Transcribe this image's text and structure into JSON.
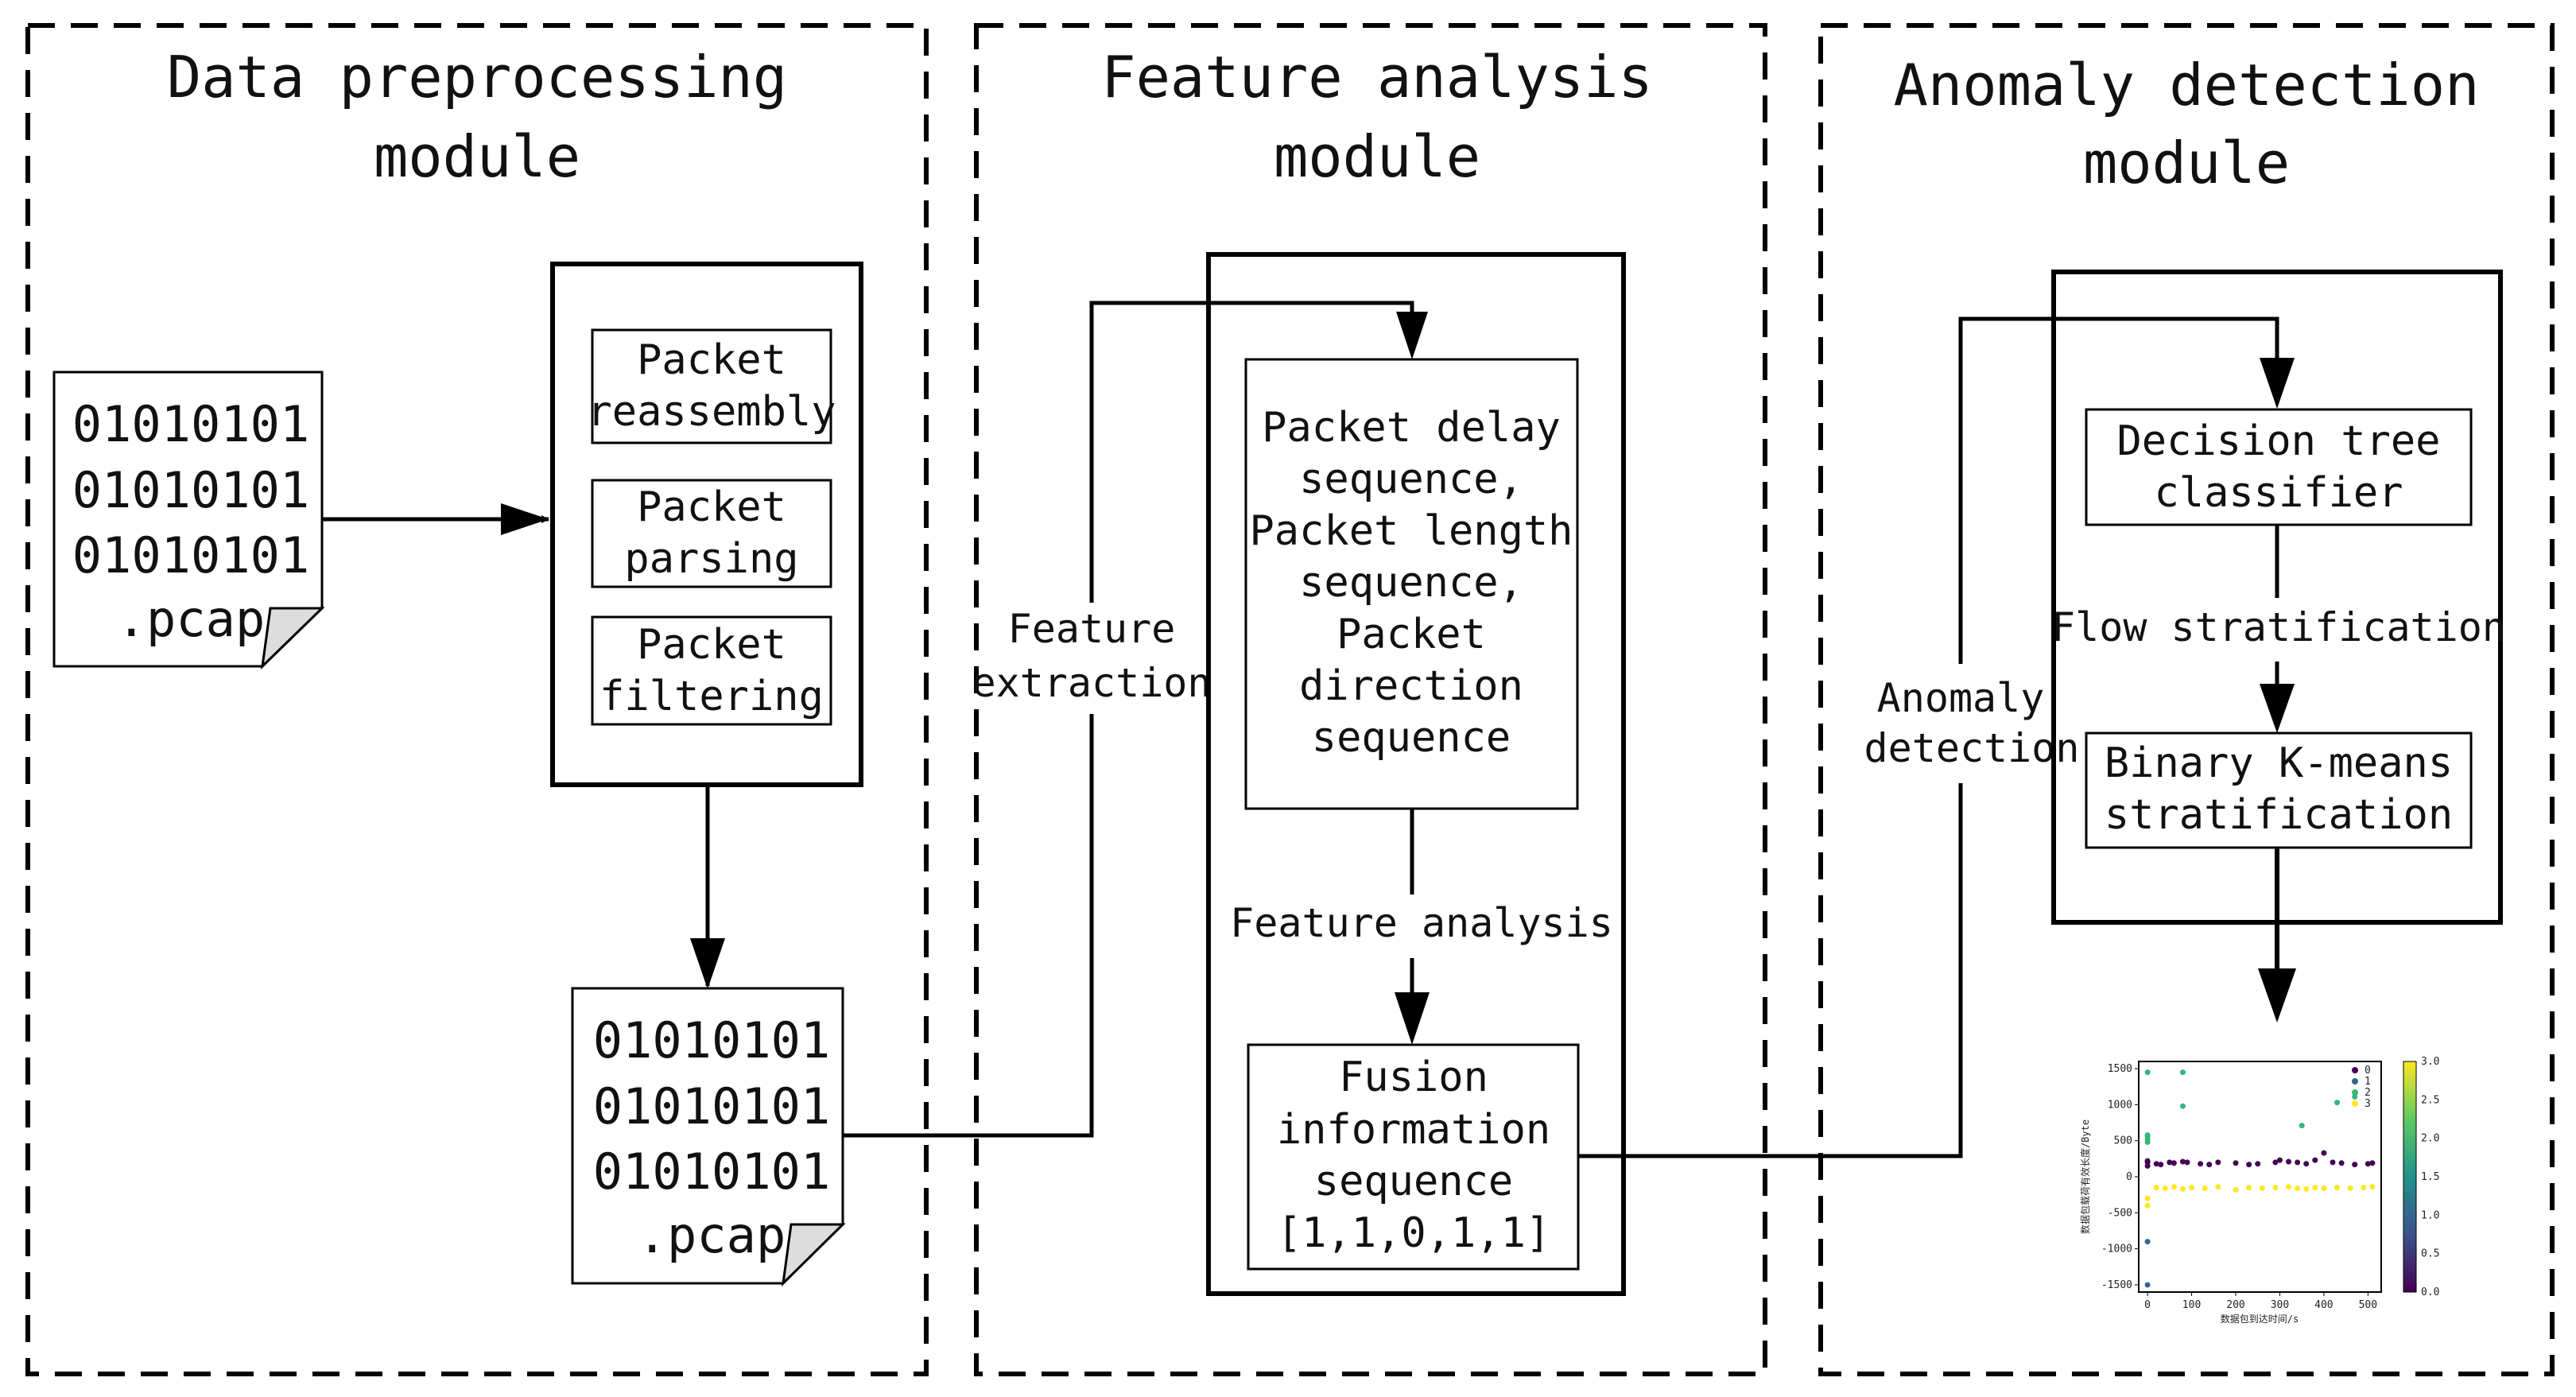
{
  "modules": {
    "preprocessing": {
      "title": [
        "Data preprocessing",
        "module"
      ],
      "input_file": {
        "lines": [
          "01010101",
          "01010101",
          "01010101"
        ],
        "ext": ".pcap"
      },
      "steps": [
        [
          "Packet",
          "reassembly"
        ],
        [
          "Packet",
          "parsing"
        ],
        [
          "Packet",
          "filtering"
        ]
      ],
      "output_file": {
        "lines": [
          "01010101",
          "01010101",
          "01010101"
        ],
        "ext": ".pcap"
      }
    },
    "feature": {
      "title": [
        "Feature analysis",
        "module"
      ],
      "extraction_label": [
        "Feature",
        "extraction"
      ],
      "sequence_box": [
        "Packet delay",
        "sequence,",
        "Packet length",
        "sequence,",
        "Packet",
        "direction",
        "sequence"
      ],
      "analysis_label": "Feature analysis",
      "fusion_box": [
        "Fusion",
        "information",
        "sequence",
        "[1,1,0,1,1]"
      ]
    },
    "anomaly": {
      "title": [
        "Anomaly detection",
        "module"
      ],
      "detection_label": [
        "Anomaly",
        "detection"
      ],
      "classifier_box": [
        "Decision tree",
        "classifier"
      ],
      "flow_label": "Flow stratification",
      "kmeans_box": [
        "Binary K-means",
        "stratification"
      ]
    }
  },
  "colors": {
    "line": "#000000",
    "cluster_0": "#440154",
    "cluster_1": "#31688e",
    "cluster_2": "#35b779",
    "cluster_3": "#fde725"
  },
  "chart_data": {
    "type": "scatter",
    "xlabel": "数据包到达时间/s",
    "ylabel": "数据包载荷有效长度/Byte",
    "xlim": [
      -20,
      530
    ],
    "ylim": [
      -1600,
      1600
    ],
    "xticks": [
      "0",
      "100",
      "200",
      "300",
      "400",
      "500"
    ],
    "yticks": [
      "1500",
      "1000",
      "500",
      "0",
      "-500",
      "-1000",
      "-1500"
    ],
    "colorbar_ticks": [
      "3.0",
      "2.5",
      "2.0",
      "1.5",
      "1.0",
      "0.5",
      "0.0"
    ],
    "legend_position": "top-right",
    "series": [
      {
        "name": "0",
        "points": [
          [
            0,
            150
          ],
          [
            0,
            220
          ],
          [
            0,
            200
          ],
          [
            20,
            180
          ],
          [
            30,
            170
          ],
          [
            50,
            200
          ],
          [
            60,
            190
          ],
          [
            80,
            210
          ],
          [
            90,
            200
          ],
          [
            120,
            180
          ],
          [
            140,
            170
          ],
          [
            160,
            200
          ],
          [
            200,
            190
          ],
          [
            230,
            170
          ],
          [
            250,
            180
          ],
          [
            290,
            200
          ],
          [
            300,
            230
          ],
          [
            320,
            210
          ],
          [
            340,
            200
          ],
          [
            360,
            180
          ],
          [
            380,
            230
          ],
          [
            400,
            330
          ],
          [
            420,
            200
          ],
          [
            440,
            190
          ],
          [
            470,
            170
          ],
          [
            500,
            180
          ],
          [
            510,
            190
          ]
        ]
      },
      {
        "name": "1",
        "points": [
          [
            0,
            -900
          ],
          [
            0,
            -1500
          ]
        ]
      },
      {
        "name": "2",
        "points": [
          [
            0,
            1450
          ],
          [
            0,
            560
          ],
          [
            0,
            580
          ],
          [
            0,
            520
          ],
          [
            0,
            480
          ],
          [
            80,
            1450
          ],
          [
            80,
            980
          ],
          [
            350,
            710
          ],
          [
            430,
            1030
          ],
          [
            470,
            1110
          ]
        ]
      },
      {
        "name": "3",
        "points": [
          [
            0,
            -300
          ],
          [
            0,
            -400
          ],
          [
            20,
            -150
          ],
          [
            40,
            -160
          ],
          [
            60,
            -140
          ],
          [
            80,
            -170
          ],
          [
            100,
            -150
          ],
          [
            130,
            -160
          ],
          [
            160,
            -140
          ],
          [
            200,
            -180
          ],
          [
            230,
            -150
          ],
          [
            260,
            -160
          ],
          [
            290,
            -150
          ],
          [
            320,
            -140
          ],
          [
            340,
            -160
          ],
          [
            360,
            -170
          ],
          [
            380,
            -150
          ],
          [
            400,
            -160
          ],
          [
            430,
            -150
          ],
          [
            460,
            -160
          ],
          [
            490,
            -150
          ],
          [
            510,
            -140
          ]
        ]
      }
    ]
  }
}
